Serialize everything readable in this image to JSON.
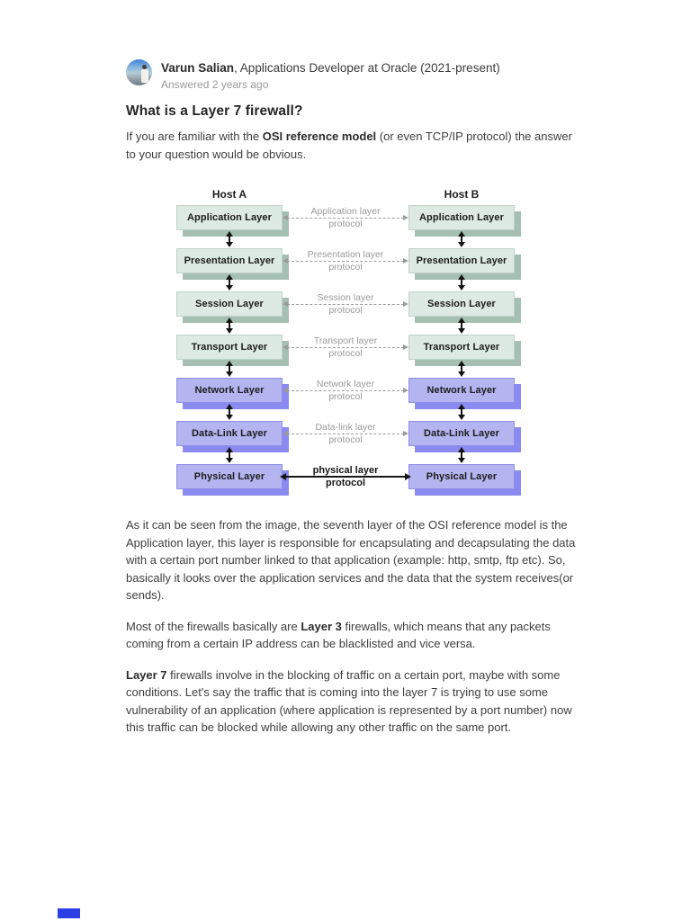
{
  "colors": {
    "upper_fill": "#dde9e3",
    "upper_border": "#bed2c8",
    "upper_shadow": "#a5c0b3",
    "lower_fill": "#b4b4f1",
    "lower_border": "#8f8fe8",
    "lower_shadow": "#8a8af0",
    "proto_gray": "#9a9a9a",
    "footer_marker": "#2b3fe4"
  },
  "author": {
    "name": "Varun Salian",
    "credential": ", Applications Developer at Oracle (2021-present)",
    "meta": "Answered 2 years ago",
    "avatar": "person-outdoors-photo"
  },
  "question": {
    "title": "What is a Layer 7 firewall?"
  },
  "intro": [
    {
      "text": "If you are familiar with the "
    },
    {
      "text": "OSI reference model",
      "bold": true
    },
    {
      "text": " (or even TCP/IP protocol) the answer to your question would be obvious."
    }
  ],
  "diagram": {
    "host_a_label": "Host A",
    "host_b_label": "Host B",
    "layers": [
      {
        "name": "Application Layer",
        "protocol_line1": "Application layer",
        "protocol_line2": "protocol",
        "group": "upper",
        "solid": false
      },
      {
        "name": "Presentation Layer",
        "protocol_line1": "Presentation layer",
        "protocol_line2": "protocol",
        "group": "upper",
        "solid": false
      },
      {
        "name": "Session Layer",
        "protocol_line1": "Session layer",
        "protocol_line2": "protocol",
        "group": "upper",
        "solid": false
      },
      {
        "name": "Transport Layer",
        "protocol_line1": "Transport layer",
        "protocol_line2": "protocol",
        "group": "upper",
        "solid": false
      },
      {
        "name": "Network Layer",
        "protocol_line1": "Network layer",
        "protocol_line2": "protocol",
        "group": "lower",
        "solid": false
      },
      {
        "name": "Data-Link Layer",
        "protocol_line1": "Data-link layer",
        "protocol_line2": "protocol",
        "group": "lower",
        "solid": false
      },
      {
        "name": "Physical Layer",
        "protocol_line1": "physical layer",
        "protocol_line2": "protocol",
        "group": "lower",
        "solid": true
      }
    ]
  },
  "paragraphs": [
    [
      {
        "text": "As it can be seen from the image, the seventh layer of the OSI reference model is the Application layer, this layer is responsible for encapsulating and decapsulating the data with a certain port number linked to that application (example: http, smtp, ftp etc). So, basically it looks over the application services and the data that the system receives(or sends)."
      }
    ],
    [
      {
        "text": "Most of the firewalls basically are "
      },
      {
        "text": "Layer 3",
        "bold": true
      },
      {
        "text": " firewalls, which means that any packets coming from a certain IP address can be blacklisted and vice versa."
      }
    ],
    [
      {
        "text": "Layer 7",
        "bold": true
      },
      {
        "text": " firewalls involve in the blocking of traffic on a certain port, maybe with some conditions. Let's say the traffic that is coming into the layer 7 is trying to use some vulnerability of an application (where application is represented by a port number) now this traffic can be blocked while allowing any other traffic on the same port."
      }
    ]
  ]
}
